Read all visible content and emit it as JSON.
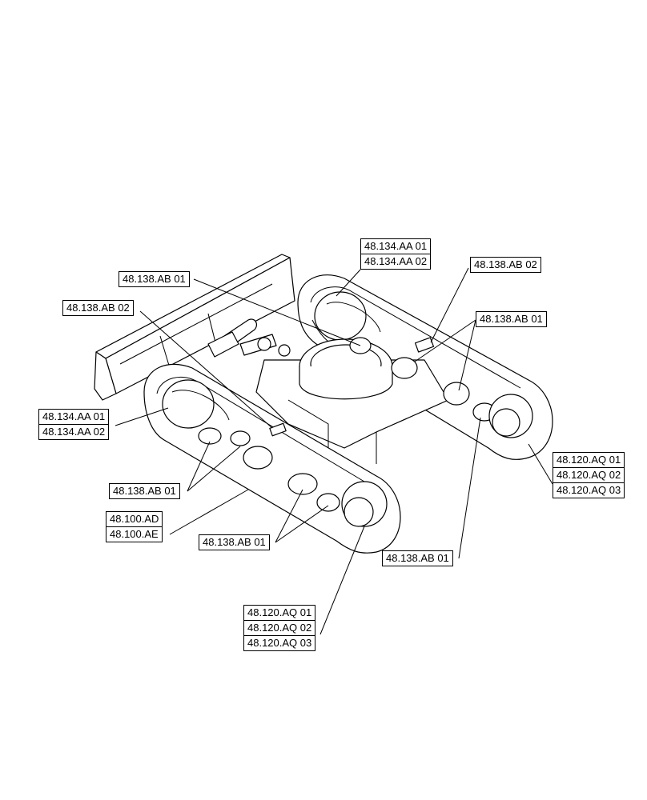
{
  "callouts": {
    "c1": [
      "48.134.AA 01",
      "48.134.AA 02"
    ],
    "c2": [
      "48.138.AB 02"
    ],
    "c3": [
      "48.138.AB 01"
    ],
    "c4": [
      "48.138.AB 02"
    ],
    "c5": [
      "48.138.AB 01"
    ],
    "c6": [
      "48.134.AA 01",
      "48.134.AA 02"
    ],
    "c7": [
      "48.120.AQ 01",
      "48.120.AQ 02",
      "48.120.AQ 03"
    ],
    "c8": [
      "48.138.AB 01"
    ],
    "c9": [
      "48.100.AD",
      "48.100.AE"
    ],
    "c10": [
      "48.138.AB 01"
    ],
    "c11": [
      "48.138.AB 01"
    ],
    "c12": [
      "48.120.AQ 01",
      "48.120.AQ 02",
      "48.120.AQ 03"
    ]
  }
}
